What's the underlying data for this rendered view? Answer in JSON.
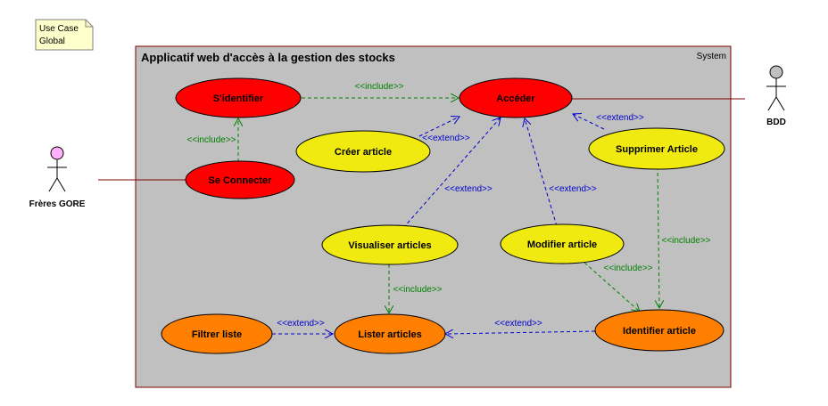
{
  "note": {
    "line1": "Use Case",
    "line2": "Global"
  },
  "system": {
    "title": "Applicatif web d'accès à la gestion des stocks",
    "label": "System"
  },
  "actors": {
    "user": "Frères GORE",
    "db": "BDD"
  },
  "use_cases": {
    "sidentifier": "S'identifier",
    "acceder": "Accéder",
    "creer": "Créer article",
    "supprimer": "Supprimer Article",
    "connecter": "Se Connecter",
    "visualiser": "Visualiser articles",
    "modifier": "Modifier article",
    "filtrer": "Filtrer liste",
    "lister": "Lister articles",
    "identifier": "Identifier article"
  },
  "stereotypes": {
    "include": "<<include>>",
    "extend": "<<extend>>"
  },
  "colors": {
    "red": "#ff0000",
    "yellow": "#f0ea10",
    "orange": "#ff7f00",
    "system_bg": "#c0c0c0",
    "system_border": "#800000",
    "include_link": "#008000",
    "extend_link": "#0000cc",
    "note_bg": "#ffffcc"
  }
}
